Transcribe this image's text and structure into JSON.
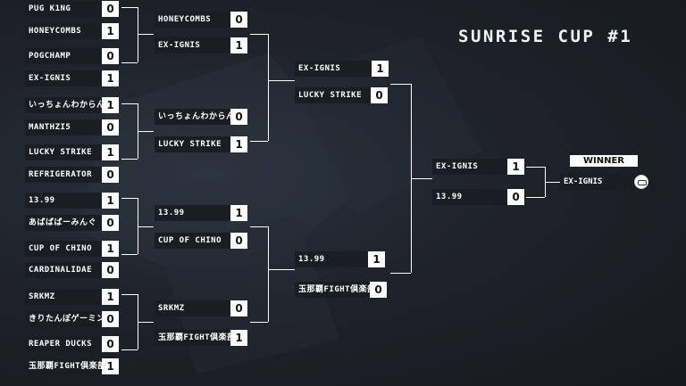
{
  "title": "SUNRISE CUP #1",
  "winner": {
    "label": "WINNER",
    "name": "EX-IGNIS"
  },
  "r1": [
    {
      "name": "PUG K1NG",
      "score": "0"
    },
    {
      "name": "HONEYCOMBS",
      "score": "1"
    },
    {
      "name": "POGCHAMP",
      "score": "0"
    },
    {
      "name": "EX-IGNIS",
      "score": "1"
    },
    {
      "name": "いっちょんわからん",
      "score": "1"
    },
    {
      "name": "MANTHZI5",
      "score": "0"
    },
    {
      "name": "LUCKY STRIKE",
      "score": "1"
    },
    {
      "name": "REFRIGERATOR",
      "score": "0"
    },
    {
      "name": "13.99",
      "score": "1"
    },
    {
      "name": "あばばばーみんぐ",
      "score": "0"
    },
    {
      "name": "CUP OF CHINO",
      "score": "1"
    },
    {
      "name": "CARDINALIDAE",
      "score": "0"
    },
    {
      "name": "SRKMZ",
      "score": "1"
    },
    {
      "name": "きりたんぽゲーミング",
      "score": "0"
    },
    {
      "name": "REAPER DUCKS",
      "score": "0"
    },
    {
      "name": "玉那覇FIGHT倶楽部",
      "score": "1"
    }
  ],
  "r2": [
    {
      "name": "HONEYCOMBS",
      "score": "0"
    },
    {
      "name": "EX-IGNIS",
      "score": "1"
    },
    {
      "name": "いっちょんわからん",
      "score": "0"
    },
    {
      "name": "LUCKY STRIKE",
      "score": "1"
    },
    {
      "name": "13.99",
      "score": "1"
    },
    {
      "name": "CUP OF CHINO",
      "score": "0"
    },
    {
      "name": "SRKMZ",
      "score": "0"
    },
    {
      "name": "玉那覇FIGHT倶楽部",
      "score": "1"
    }
  ],
  "r3": [
    {
      "name": "EX-IGNIS",
      "score": "1"
    },
    {
      "name": "LUCKY STRIKE",
      "score": "0"
    },
    {
      "name": "13.99",
      "score": "1"
    },
    {
      "name": "玉那覇FIGHT倶楽部",
      "score": "0"
    }
  ],
  "r4": [
    {
      "name": "EX-IGNIS",
      "score": "1"
    },
    {
      "name": "13.99",
      "score": "0"
    }
  ]
}
